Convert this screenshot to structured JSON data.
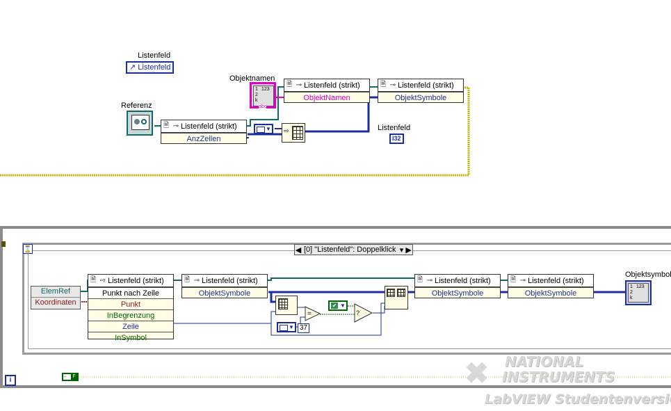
{
  "top": {
    "listenfeld_ref": {
      "label": "Listenfeld",
      "ref_text": "Listenfeld"
    },
    "referenz_label": "Referenz",
    "objektnamen_label": "Objektnamen",
    "objektnamen_items": [
      "1",
      "2",
      "k",
      "123",
      "abc"
    ],
    "node_anzzeilen": {
      "title": "Listenfeld (strikt)",
      "prop": "AnzZeilen"
    },
    "node_objektnamen": {
      "title": "Listenfeld (strikt)",
      "prop": "ObjektNamen"
    },
    "node_objektsymbole": {
      "title": "Listenfeld (strikt)",
      "prop": "ObjektSymbole"
    },
    "listenfeld_out": {
      "label": "Listenfeld",
      "type_tag": "I32"
    }
  },
  "event": {
    "selector": "[0] \"Listenfeld\": Doppelklick",
    "event_data": [
      "ElemRef",
      "Koordinaten"
    ],
    "invoke_node": {
      "title": "Listenfeld (strikt)",
      "method": "Punkt nach Zeile",
      "params": [
        "Punkt",
        "InBegrenzung",
        "Zeile",
        "InSymbol"
      ]
    },
    "node_a": {
      "title": "Listenfeld (strikt)",
      "prop": "ObjektSymbole"
    },
    "node_b": {
      "title": "Listenfeld (strikt)",
      "prop": "ObjektSymbole"
    },
    "node_c": {
      "title": "Listenfeld (strikt)",
      "prop": "ObjektSymbole"
    },
    "constant_37": "37",
    "objektsymbol_label": "Objektsymbol",
    "objektsymbol_items": [
      "1",
      "2",
      "k",
      "123"
    ],
    "bool_const": "F",
    "loop_iter": "i"
  },
  "colors": {
    "refnum_wire": "#0f6a6a",
    "i32_wire": "#1a2e9e",
    "string_wire": "#e000c8",
    "error_wire": "#c8b400",
    "bool_wire": "#006400"
  },
  "watermark": {
    "line1": "NATIONAL",
    "line2": "INSTRUMENTS",
    "line3": "LabVIEW Studentenversion"
  }
}
